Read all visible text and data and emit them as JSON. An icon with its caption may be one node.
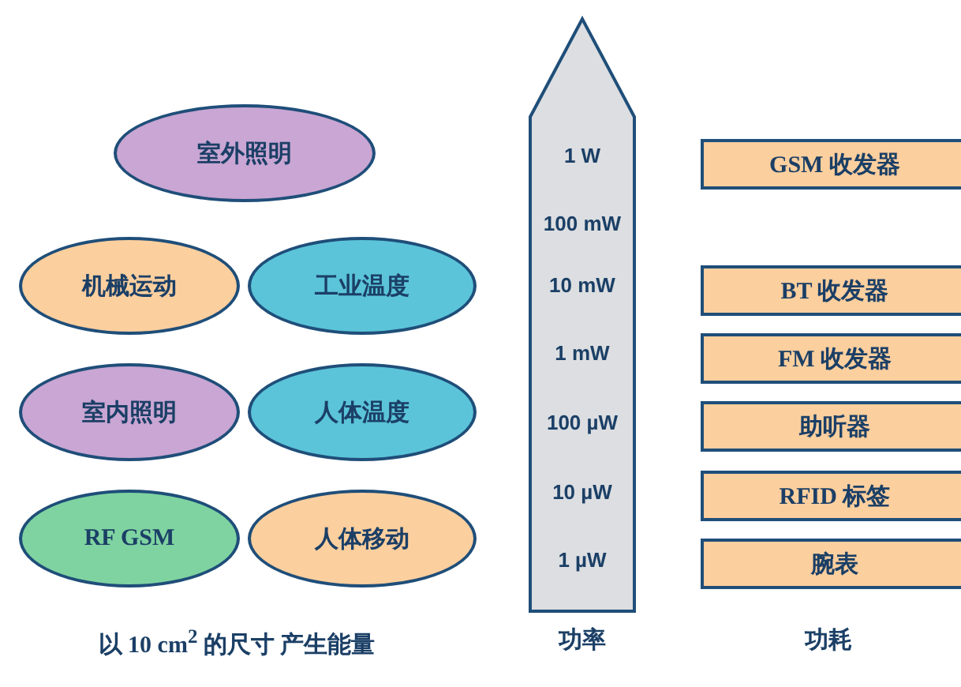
{
  "diagram": {
    "nodes": [
      {
        "text": [
          "室外照明"
        ]
      },
      {
        "text": [
          "机械运动"
        ]
      },
      {
        "text": [
          "工业温度"
        ]
      },
      {
        "text": [
          "室内照明"
        ]
      },
      {
        "text": [
          "人体温度"
        ]
      },
      {
        "text": [
          "RF GSM"
        ]
      },
      {
        "text": [
          "人体移动"
        ]
      },
      {
        "text": [
          "1 W",
          "100 mW",
          "10 mW",
          "1 mW",
          "100 µW",
          "10 µW",
          "1 µW"
        ]
      },
      {
        "text": [
          "GSM 收发器"
        ]
      },
      {
        "text": [
          "BT 收发器"
        ]
      },
      {
        "text": [
          "FM 收发器"
        ]
      },
      {
        "text": [
          "助听器"
        ]
      },
      {
        "text": [
          "RFID 标签"
        ]
      },
      {
        "text": [
          "腕表"
        ]
      }
    ],
    "edges": [],
    "labels": [
      "以 10 cm$^{2}$ 的尺寸 产生能量",
      "功率",
      "功耗"
    ]
  }
}
